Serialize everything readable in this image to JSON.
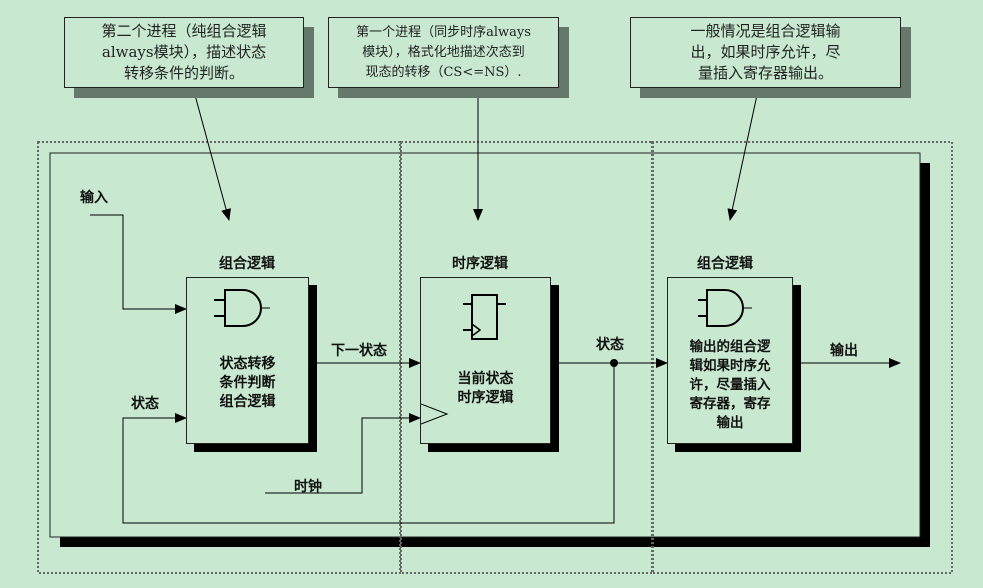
{
  "callouts": [
    {
      "lines": [
        "第二个进程（纯组合逻辑",
        "always模块），描述状态",
        "转移条件的判断。"
      ]
    },
    {
      "lines": [
        "第一个进程（同步时序always",
        "模块），格式化地描述次态到",
        "现态的转移（CS<=NS）."
      ]
    },
    {
      "lines": [
        "一般情况是组合逻辑输",
        "出，如果时序允许，尽",
        "量插入寄存器输出。"
      ]
    }
  ],
  "blocks": {
    "comb_next": {
      "title": "组合逻辑",
      "lines": [
        "状态转移",
        "条件判断",
        "组合逻辑"
      ]
    },
    "sequential": {
      "title": "时序逻辑",
      "lines": [
        "当前状态",
        "时序逻辑"
      ]
    },
    "comb_out": {
      "title": "组合逻辑",
      "lines": [
        "输出的组合逻",
        "辑如果时序允",
        "许，尽量插入",
        "寄存器，寄存",
        "输出"
      ]
    }
  },
  "signals": {
    "input": "输入",
    "state_feedback": "状态",
    "next_state": "下一状态",
    "clock": "时钟",
    "state": "状态",
    "output": "输出"
  }
}
